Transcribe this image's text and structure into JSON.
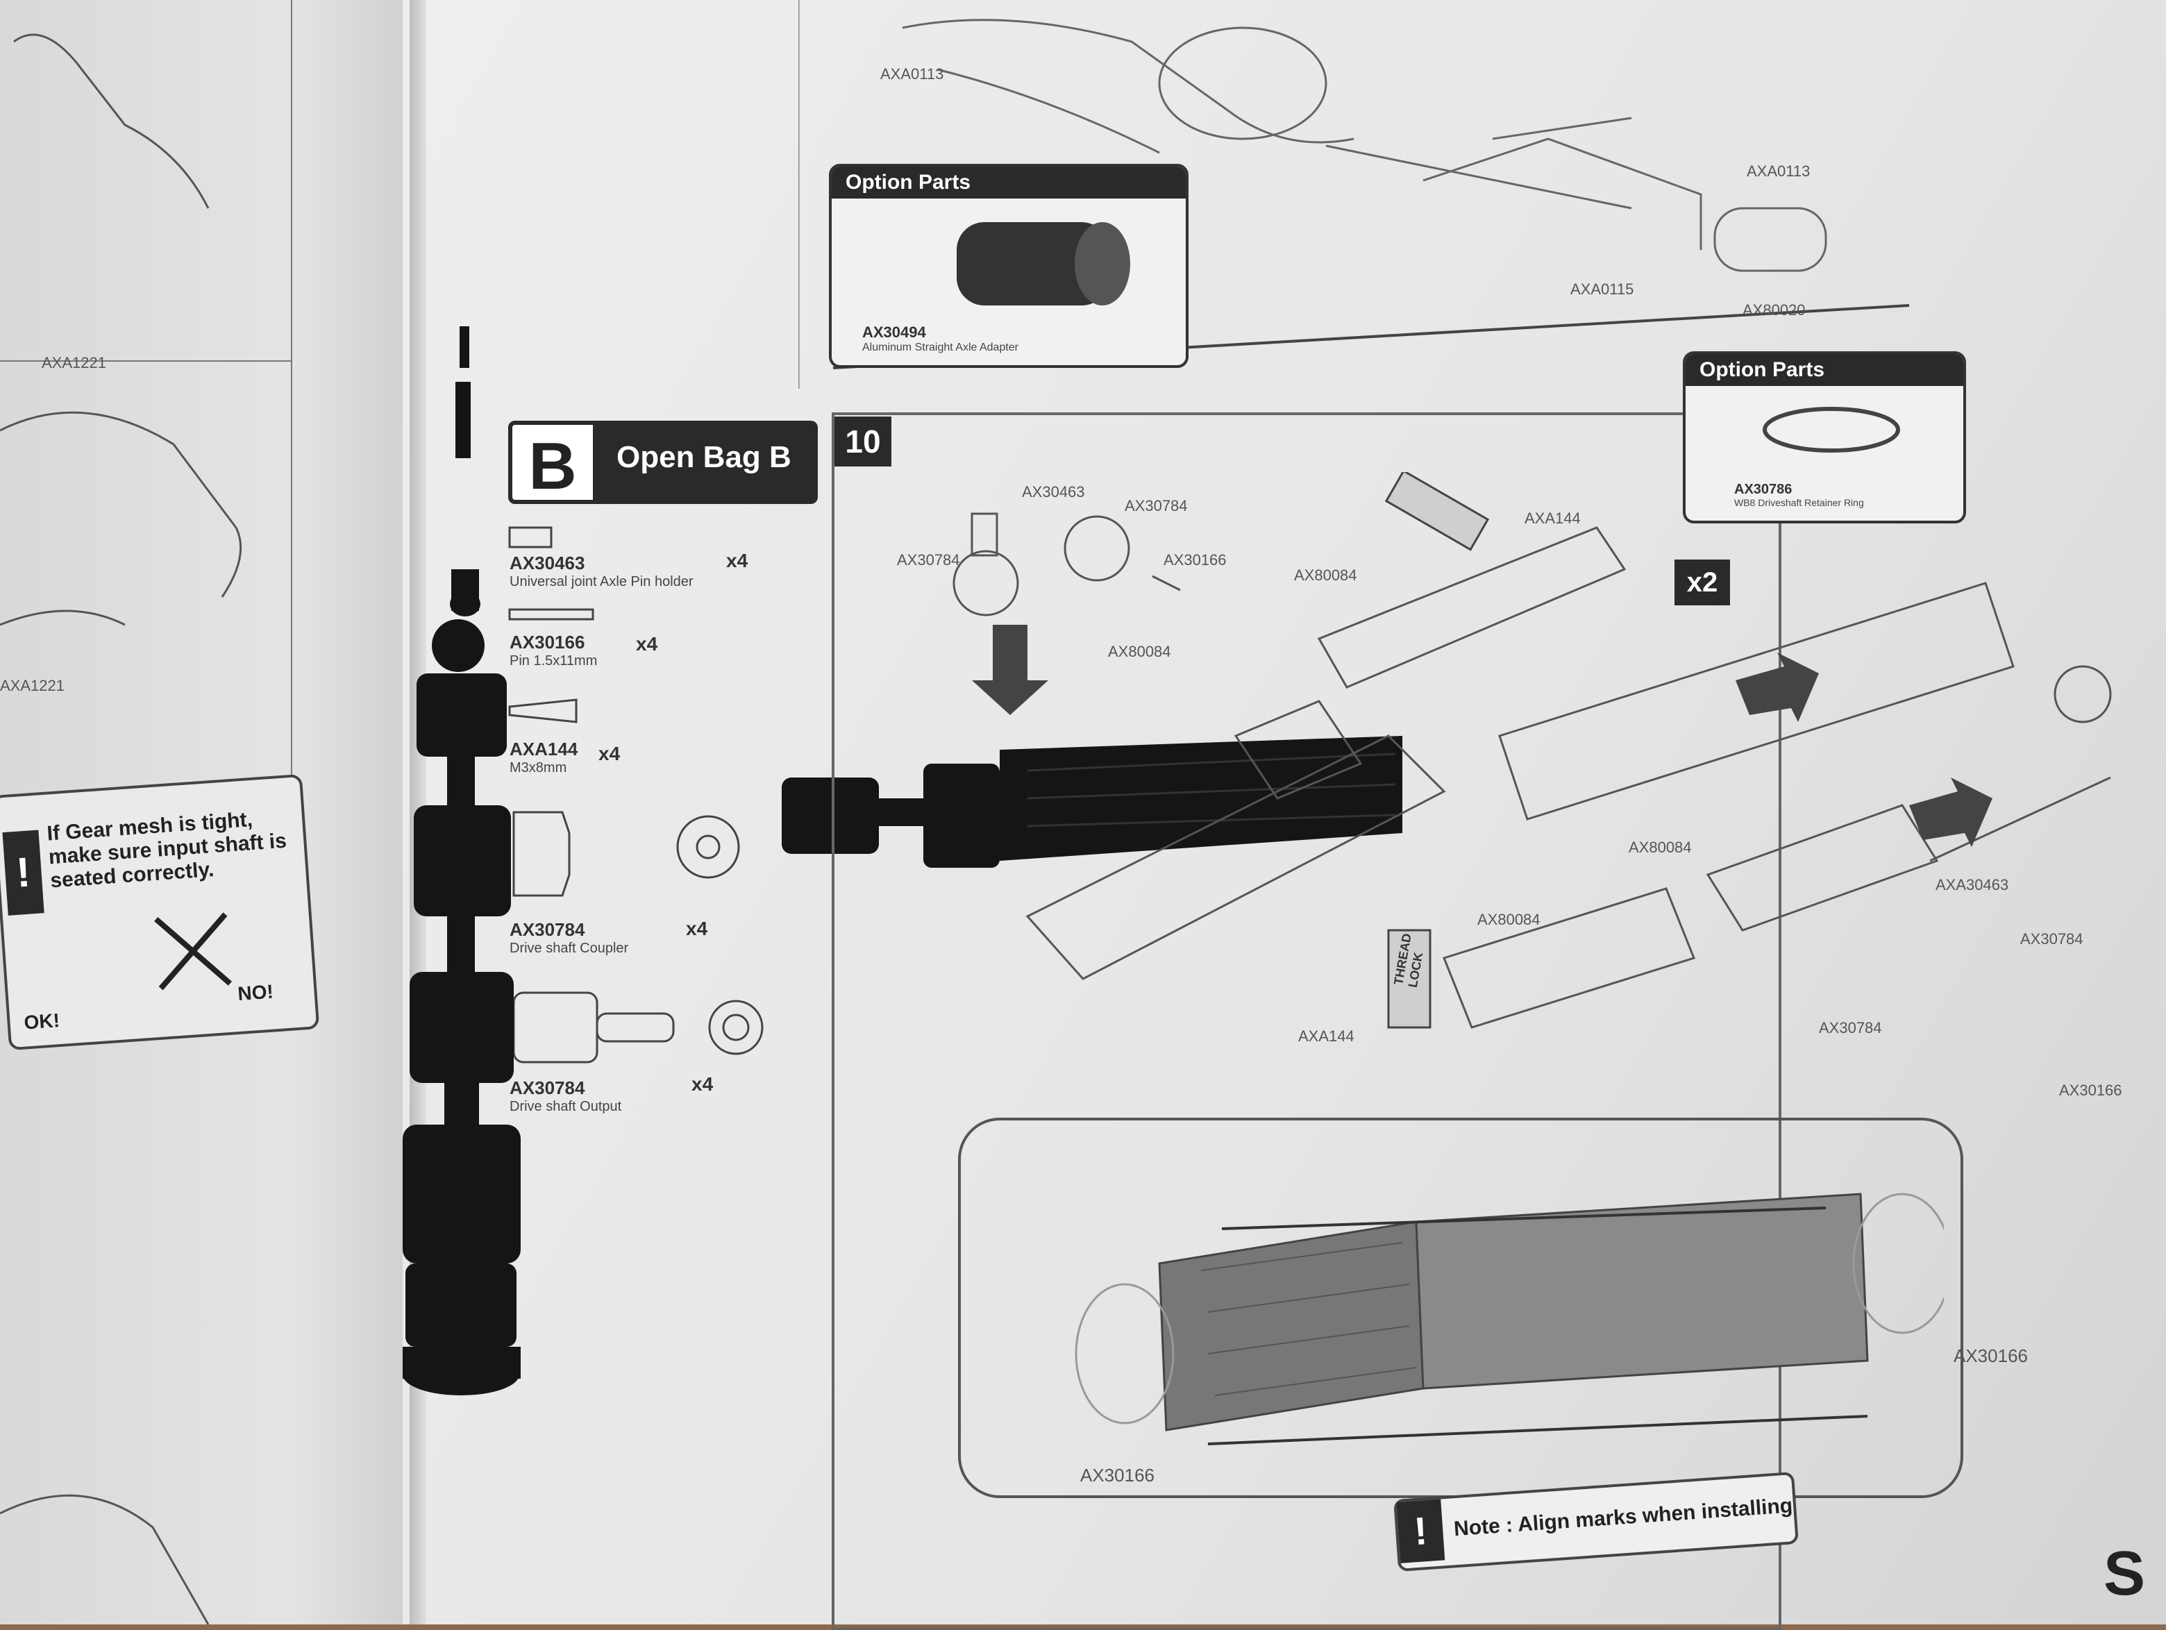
{
  "bag": {
    "letter": "B",
    "title": "Open Bag B"
  },
  "step": {
    "number": "10",
    "multiplier": "x2"
  },
  "parts_list": [
    {
      "code": "AX30463",
      "desc": "Universal joint Axle Pin holder",
      "qty": "x4"
    },
    {
      "code": "AX30166",
      "desc": "Pin 1.5x11mm",
      "qty": "x4"
    },
    {
      "code": "AXA144",
      "desc": "M3x8mm",
      "qty": "x4"
    },
    {
      "code": "AX30784",
      "desc": "Drive shaft Coupler",
      "qty": "x4"
    },
    {
      "code": "AX30784",
      "desc": "Drive shaft Output",
      "qty": "x4"
    }
  ],
  "warning": {
    "icon": "!",
    "text": "If Gear mesh is tight, make sure input shaft is seated correctly.",
    "ok_label": "OK!",
    "no_label": "NO!"
  },
  "option_parts_top": {
    "heading": "Option Parts",
    "code": "AX30494",
    "desc": "Aluminum Straight Axle Adapter"
  },
  "option_parts_right": {
    "heading": "Option Parts",
    "code": "AX30786",
    "desc": "WB8 Driveshaft Retainer Ring"
  },
  "diagram_labels": {
    "top": [
      "AXA0113",
      "AXA0113",
      "AXA0115",
      "AX80020"
    ],
    "step": [
      "AX30463",
      "AX30784",
      "AX30784",
      "AX30166",
      "AXA144",
      "AX80084",
      "AX80084",
      "AX80084",
      "AX80084",
      "AXA30463",
      "AX30784",
      "AX30784",
      "AX30166",
      "AXA144"
    ],
    "thread_lock": "THREAD LOCK",
    "left_page": [
      "AXA1221",
      "AXA1221"
    ],
    "inset": [
      "AX30166",
      "AX30166"
    ]
  },
  "note": {
    "icon": "!",
    "text": "Note : Align marks when installing"
  },
  "corner_text": "S",
  "colors": {
    "ink": "#2a2a2a",
    "paper": "#eeeeec",
    "desk": "#8a6a4a",
    "part": "#151515"
  }
}
